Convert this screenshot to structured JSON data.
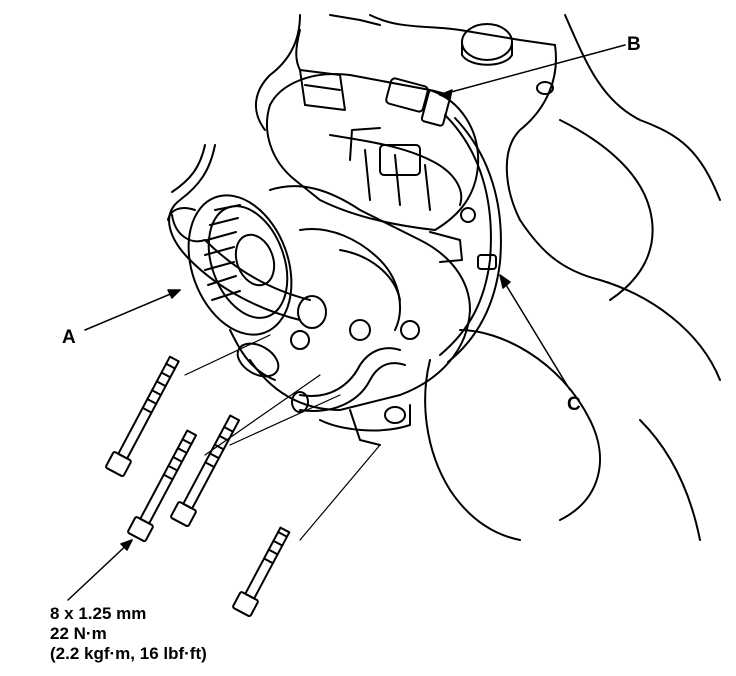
{
  "callouts": {
    "a": "A",
    "b": "B",
    "c": "C"
  },
  "spec": {
    "bolt_size": "8 x 1.25 mm",
    "torque_nm": "22 N·m",
    "torque_alt": "(2.2 kgf·m, 16 lbf·ft)"
  }
}
